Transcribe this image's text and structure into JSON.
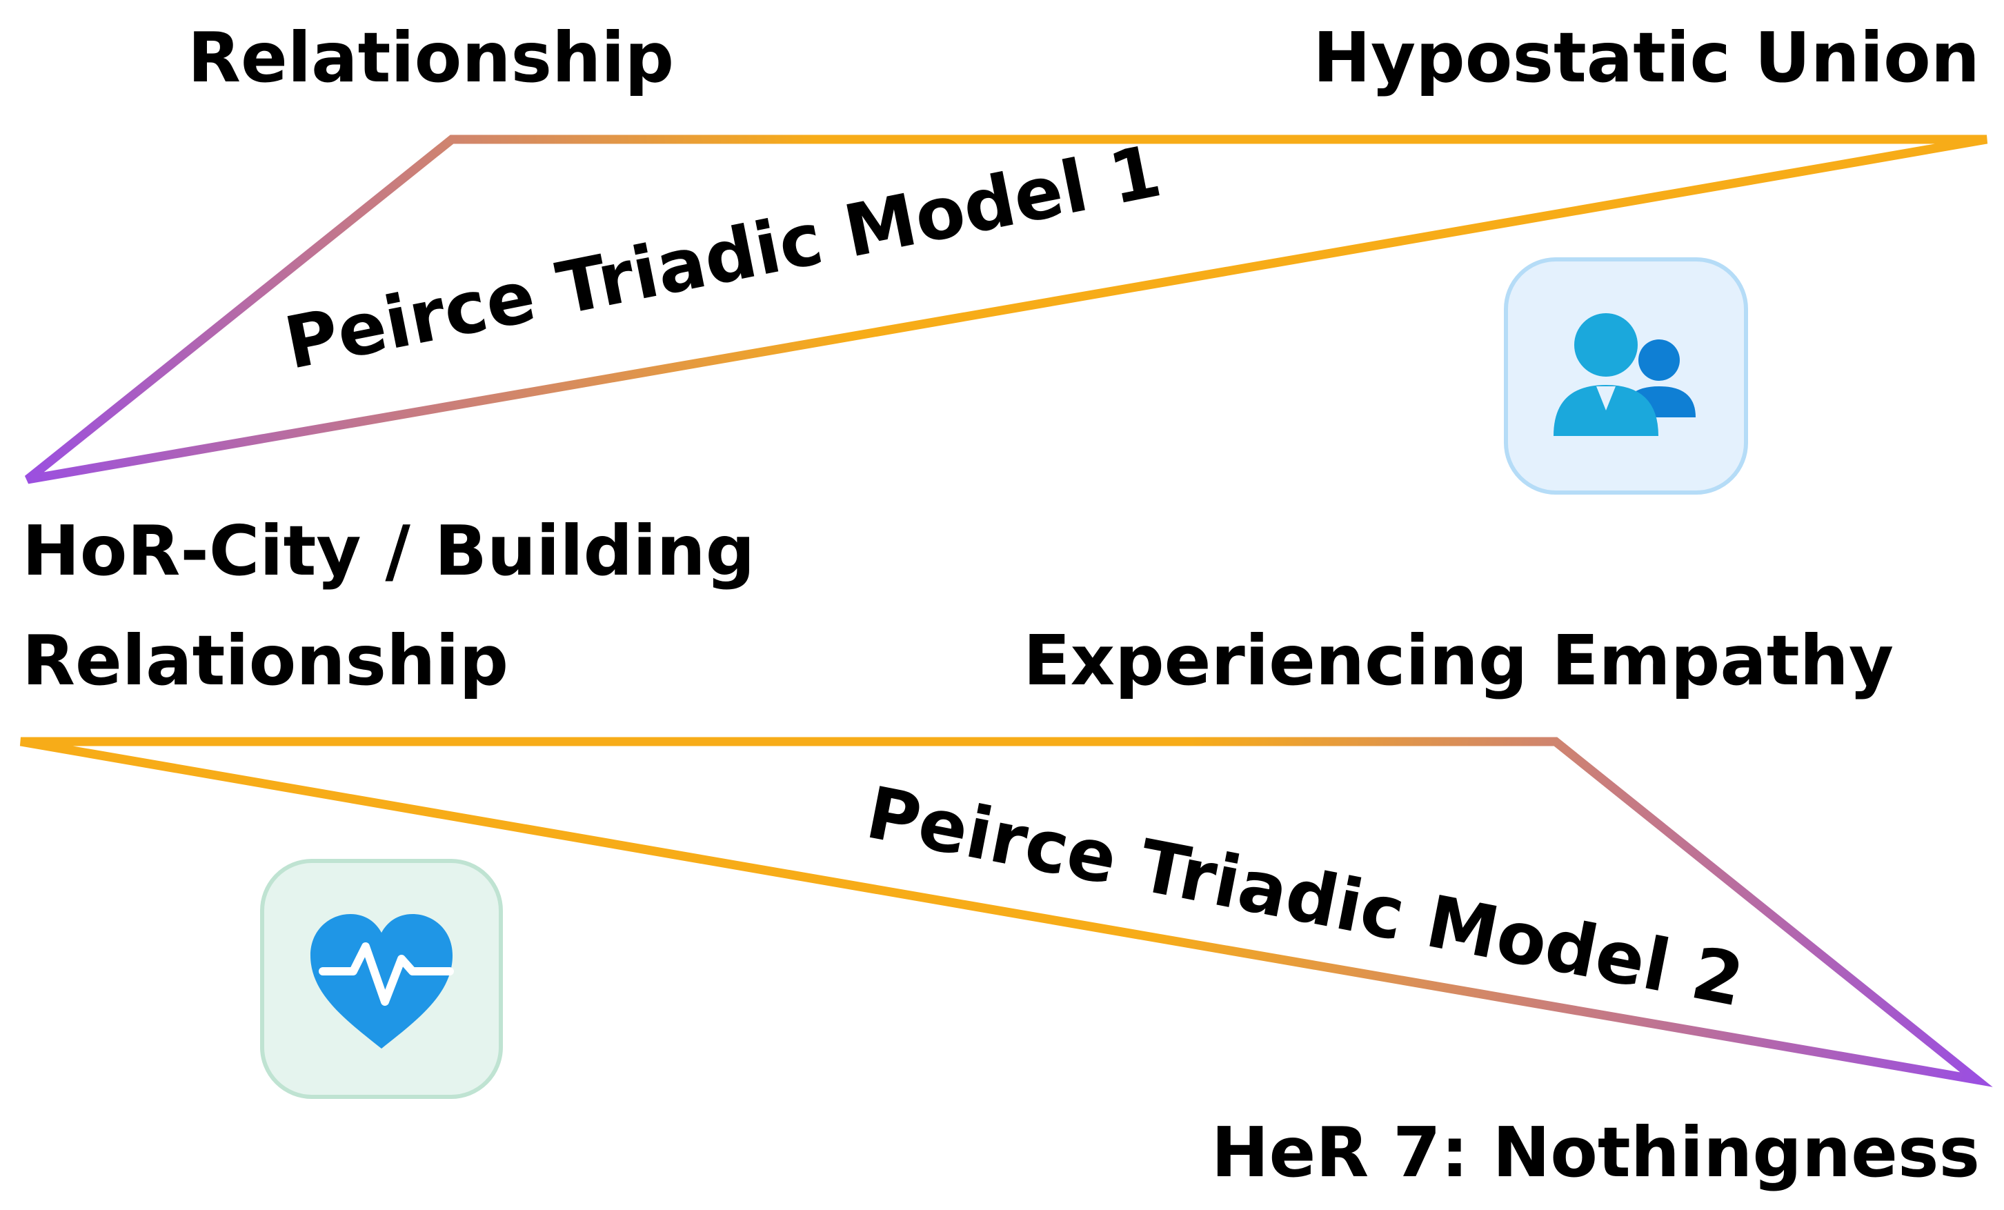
{
  "diagram": {
    "model1": {
      "title": "Peirce Triadic Model 1",
      "top_left_label": "Relationship",
      "top_right_label": "Hypostatic Union",
      "bottom_left_label": "HoR-City / Building",
      "icon": "people-icon"
    },
    "model2": {
      "title": "Peirce Triadic Model 2",
      "top_left_label": "Relationship",
      "top_right_label": "Experiencing Empathy",
      "bottom_right_label": "HeR 7: Nothingness",
      "icon": "heart-pulse-icon"
    }
  },
  "colors": {
    "stroke_purple": "#9b4fe0",
    "stroke_orange": "#f7ac18",
    "people_tile_bg": "#e4f1fd",
    "people_tile_border": "#b5dcf7",
    "people_icon_primary": "#1ba8dc",
    "people_icon_secondary": "#0f7fd4",
    "heart_tile_bg": "#e5f4ee",
    "heart_tile_border": "#bfe3d2",
    "heart_icon": "#1f96e6"
  }
}
